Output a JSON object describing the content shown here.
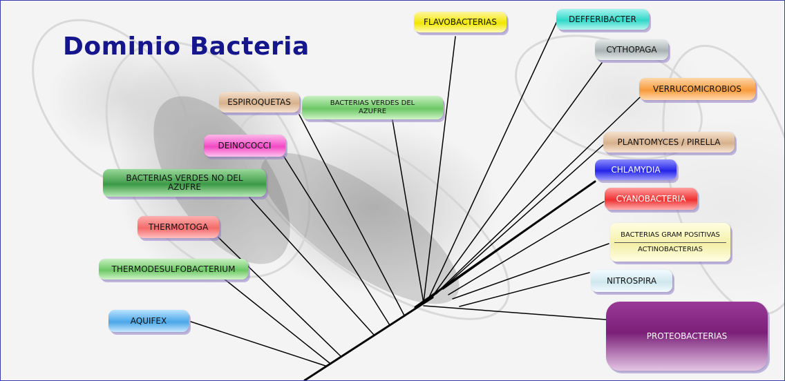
{
  "title": "Dominio Bacteria",
  "groups": {
    "flavobacterias": "FLAVOBACTERIAS",
    "defferibacter": "DEFFERIBACTER",
    "cythopaga": "CYTHOPAGA",
    "verrucomicrobios": "VERRUCOMICROBIOS",
    "plantomyces": "PLANTOMYCES / PIRELLA",
    "chlamydia": "CHLAMYDIA",
    "cyanobacteria": "CYANOBACTERIA",
    "gram_positivas": "BACTERIAS GRAM POSITIVAS",
    "actinobacterias": "ACTINOBACTERIAS",
    "nitrospira": "NITROSPIRA",
    "proteobacterias": "PROTEOBACTERIAS",
    "espiroquetas": "ESPIROQUETAS",
    "verdes_azufre_1": "BACTERIAS VERDES DEL",
    "verdes_azufre_2": "AZUFRE",
    "deinococci": "DEINOCOCCI",
    "verdes_no_azufre_1": "BACTERIAS VERDES NO DEL",
    "verdes_no_azufre_2": "AZUFRE",
    "thermotoga": "THERMOTOGA",
    "thermodesulfobacterium": "THERMODESULFOBACTERIUM",
    "aquifex": "AQUIFEX"
  },
  "colors": {
    "title": "#16168c",
    "tree_line": "#000000",
    "frame": "#3a3ab0"
  }
}
